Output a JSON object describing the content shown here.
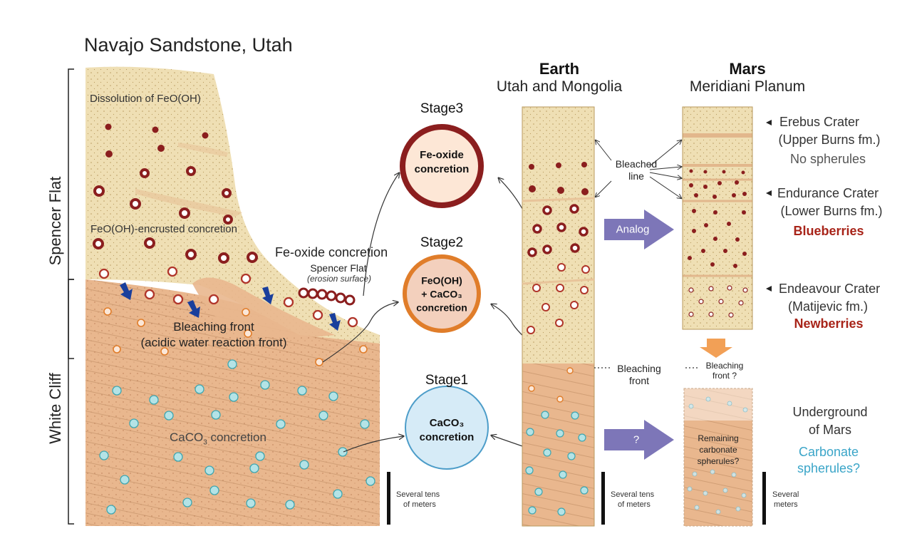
{
  "title": "Navajo Sandstone, Utah",
  "left_axis": {
    "spencer_flat": "Spencer Flat",
    "white_cliff": "White Cliff"
  },
  "cross_section": {
    "dissolution": "Dissolution of FeO(OH)",
    "encrusted": "FeO(OH)-encrusted concretion",
    "fe_oxide": "Fe-oxide concretion",
    "spencer_flat": "Spencer Flat",
    "erosion_surface": "(erosion surface)",
    "bleaching_front": "Bleaching front",
    "acidic_front": "(acidic water reaction front)",
    "caco3_main": "CaCO",
    "caco3_sub": "3",
    "caco3_rest": " concretion"
  },
  "stages": [
    {
      "label": "Stage3",
      "line1": "Fe-oxide",
      "line2": "concretion",
      "line3": ""
    },
    {
      "label": "Stage2",
      "line1": "FeO(OH)",
      "line2": "+ CaCO₃",
      "line3": "concretion"
    },
    {
      "label": "Stage1",
      "line1": "CaCO₃",
      "line2": "concretion",
      "line3": ""
    }
  ],
  "earth": {
    "title": "Earth",
    "subtitle": "Utah and Mongolia",
    "bleached_line_1": "Bleached",
    "bleached_line_2": "line",
    "bleaching_front_1": "Bleaching",
    "bleaching_front_2": "front"
  },
  "mars": {
    "title": "Mars",
    "subtitle": "Meridiani Planum",
    "bleaching_front_1": "Bleaching",
    "bleaching_front_2": "front ?",
    "remaining_1": "Remaining",
    "remaining_2": "carbonate",
    "remaining_3": "spherules?"
  },
  "arrows": {
    "analog": "Analog",
    "unknown": "?"
  },
  "craters": [
    {
      "name": "Erebus Crater",
      "fm": "(Upper Burns fm.)",
      "note": "No spherules",
      "note_style": "gray"
    },
    {
      "name": "Endurance Crater",
      "fm": "(Lower Burns fm.)",
      "note": "Blueberries",
      "note_style": "red"
    },
    {
      "name": "Endeavour Crater",
      "fm": "(Matijevic fm.)",
      "note": "Newberries",
      "note_style": "red"
    }
  ],
  "underground": {
    "line1": "Underground",
    "line2": "of Mars",
    "line3": "Carbonate",
    "line4": "spherules?"
  },
  "scales": {
    "tens_1": "Several tens",
    "tens_2": "of meters",
    "mars_1": "Several",
    "mars_2": "meters"
  },
  "colors": {
    "sand": "#efdfb4",
    "bleached": "#e9b78e",
    "stage3_ring": "#8b1e1e",
    "stage2_ring": "#e07d2a",
    "stage1_ring": "#4d9dc9",
    "stage1_fill": "#d6ebf7",
    "blue_arrow": "#1a3f9c",
    "purple_arrow": "#7d76b8",
    "orange_arrow": "#f2a056"
  }
}
